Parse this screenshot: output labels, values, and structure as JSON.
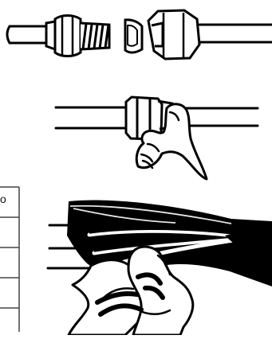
{
  "illustration": {
    "panels": [
      {
        "name": "fitting-parts-separated"
      },
      {
        "name": "fitting-assembled-in-hand"
      },
      {
        "name": "cable-wires-opened-by-hands"
      }
    ],
    "partial_table": {
      "cell_text": "o"
    }
  }
}
